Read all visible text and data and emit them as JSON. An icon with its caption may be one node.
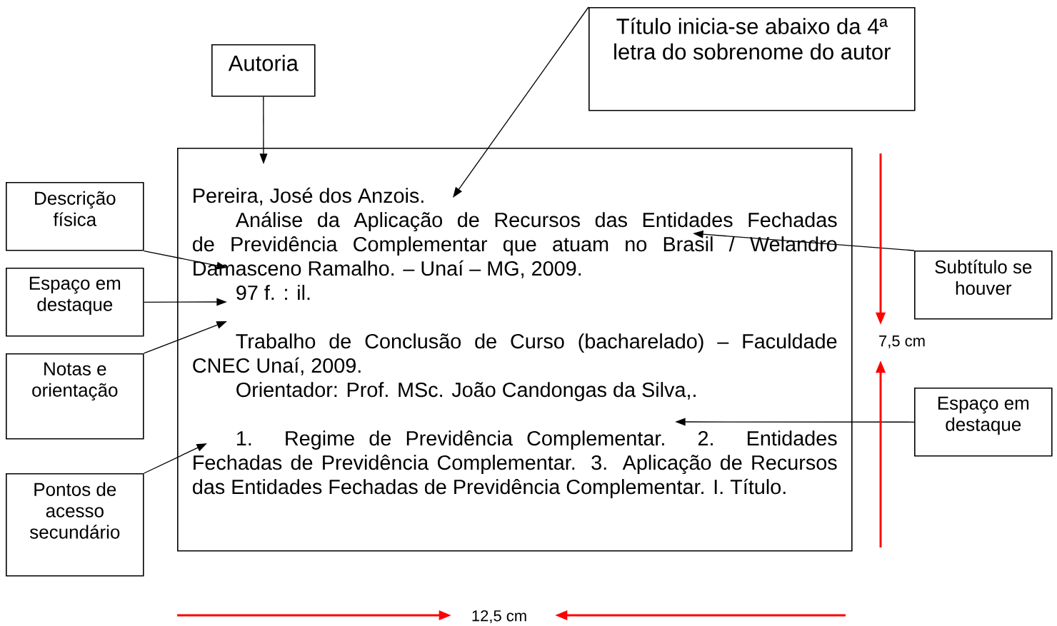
{
  "diagram": {
    "nodes": [
      {
        "text": [
          "Autoria"
        ]
      },
      {
        "text": [
          "Título inicia-se abaixo da 4ª letra do sobrenome do autor"
        ]
      },
      {
        "text": [
          "Descrição física"
        ]
      },
      {
        "text": [
          "Espaço em destaque"
        ]
      },
      {
        "text": [
          "Notas e orientação"
        ]
      },
      {
        "text": [
          "Pontos de acesso secundário"
        ]
      },
      {
        "text": [
          "Subtítulo se houver"
        ]
      },
      {
        "text": [
          "Espaço em destaque"
        ]
      },
      {
        "text": [
          "Pereira, José dos Anzois.",
          "Análise da Aplicação de Recursos das Entidades Fechadas de Previdência Complementar que atuam no Brasil / Welandro Damasceno Ramalho. – Unaí – MG, 2009.",
          "97 f. : il.",
          "Trabalho de Conclusão de Curso (bacharelado) – Faculdade CNEC Unaí, 2009.",
          "Orientador: Prof. MSc. João Candongas da Silva,.",
          "1. Regime de Previdência Complementar. 2. Entidades Fechadas de Previdência Complementar. 3. Aplicação de Recursos das Entidades Fechadas de Previdência Complementar. I. Título."
        ]
      }
    ],
    "edges": [
      {
        "from": 0,
        "to": 8,
        "arrow": "to"
      },
      {
        "from": 1,
        "to": 8,
        "arrow": "to"
      },
      {
        "from": 2,
        "to": 8,
        "arrow": "to"
      },
      {
        "from": 3,
        "to": 8,
        "arrow": "to"
      },
      {
        "from": 4,
        "to": 8,
        "arrow": "to"
      },
      {
        "from": 5,
        "to": 8,
        "arrow": "to"
      },
      {
        "from": 6,
        "to": 8,
        "arrow": "to"
      },
      {
        "from": 7,
        "to": 8,
        "arrow": "to"
      }
    ],
    "labels": [
      "7,5 cm",
      "12,5 cm"
    ]
  }
}
